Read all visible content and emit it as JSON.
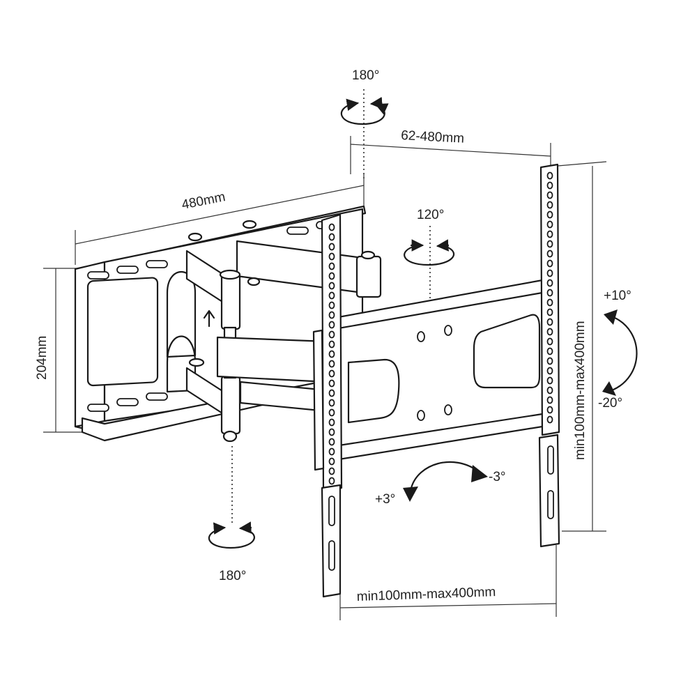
{
  "labels": {
    "dim_wall_width": "480mm",
    "dim_wall_height": "204mm",
    "dim_extension": "62-480mm",
    "dim_vesa_vertical": "min100mm-max400mm",
    "dim_vesa_horizontal": "min100mm-max400mm",
    "rot_top": "180°",
    "rot_bottom": "180°",
    "rot_swivel": "120°",
    "tilt_up": "+10°",
    "tilt_down": "-20°",
    "level_plus": "+3°",
    "level_minus": "-3°"
  },
  "colors": {
    "line": "#1a1a1a",
    "text": "#222222",
    "background": "#ffffff"
  }
}
